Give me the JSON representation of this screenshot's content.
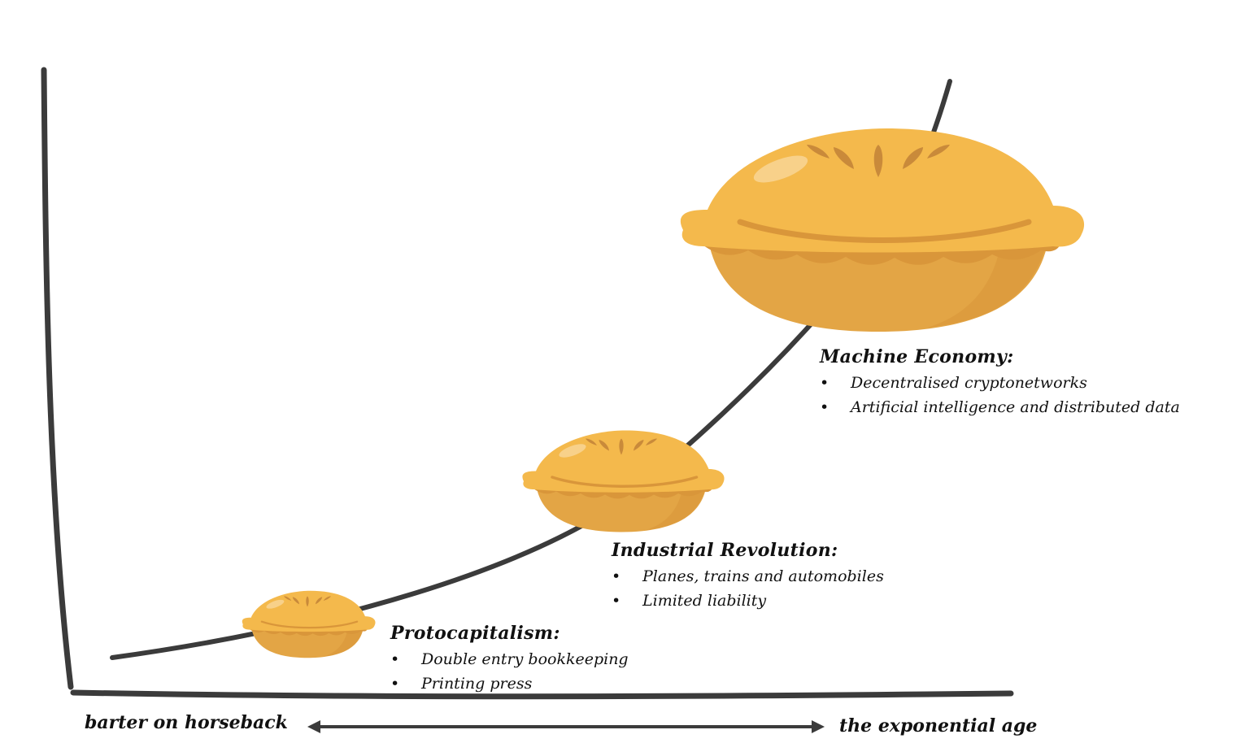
{
  "stages": [
    {
      "title": "Protocapitalism:",
      "items": [
        "Double entry bookkeeping",
        "Printing press"
      ]
    },
    {
      "title": "Industrial Revolution:",
      "items": [
        "Planes, trains and automobiles",
        "Limited liability"
      ]
    },
    {
      "title": "Machine Economy:",
      "items": [
        "Decentralised cryptonetworks",
        "Artificial intelligence and distributed data"
      ]
    }
  ],
  "axis": {
    "left_label": "barter on horseback",
    "right_label": "the exponential age"
  },
  "bullet_glyph": "•",
  "colors": {
    "line": "#3b3b3b",
    "pie_crust": "#f4b94c",
    "pie_shadow": "#d9963a",
    "pie_dish": "#e3a545",
    "pie_vent": "#c98a3a"
  },
  "icons": [
    "pie-icon"
  ]
}
